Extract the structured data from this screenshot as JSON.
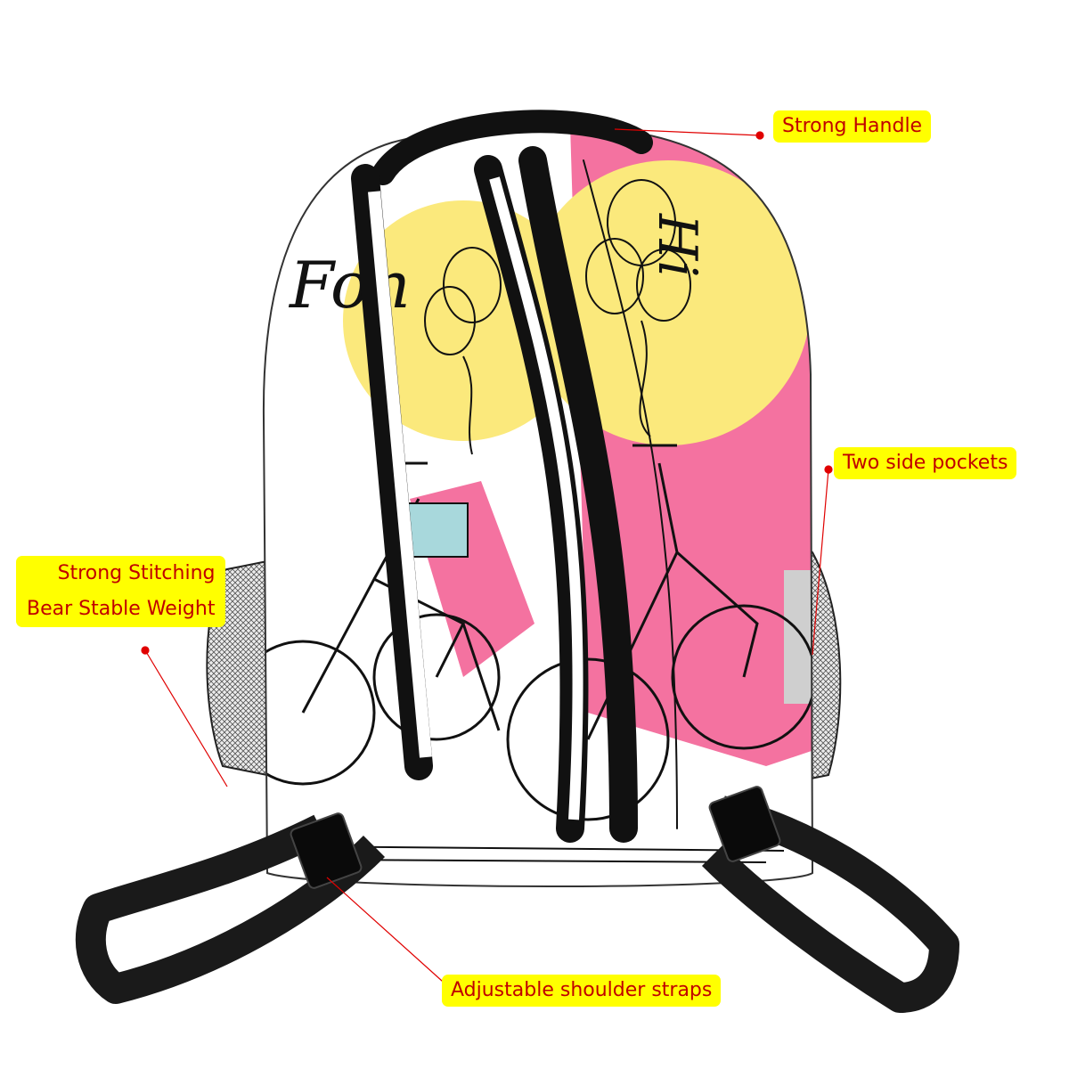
{
  "product": {
    "print_text_visible": "Fon",
    "colors": {
      "strap": "#111111",
      "body_fill": "#ffffff",
      "pink": "#f472a0",
      "yellow": "#fbe97c",
      "mesh": "#9a9a9a",
      "basket_blue": "#a8d8dc"
    }
  },
  "callouts": {
    "handle": "Strong Handle",
    "pockets": "Two side pockets",
    "stitching_line1": "Strong Stitching",
    "stitching_line2": "Bear Stable Weight",
    "straps": "Adjustable shoulder straps",
    "label_bg": "#ffff00",
    "label_text": "#c00000",
    "leader_color": "#e00000"
  }
}
